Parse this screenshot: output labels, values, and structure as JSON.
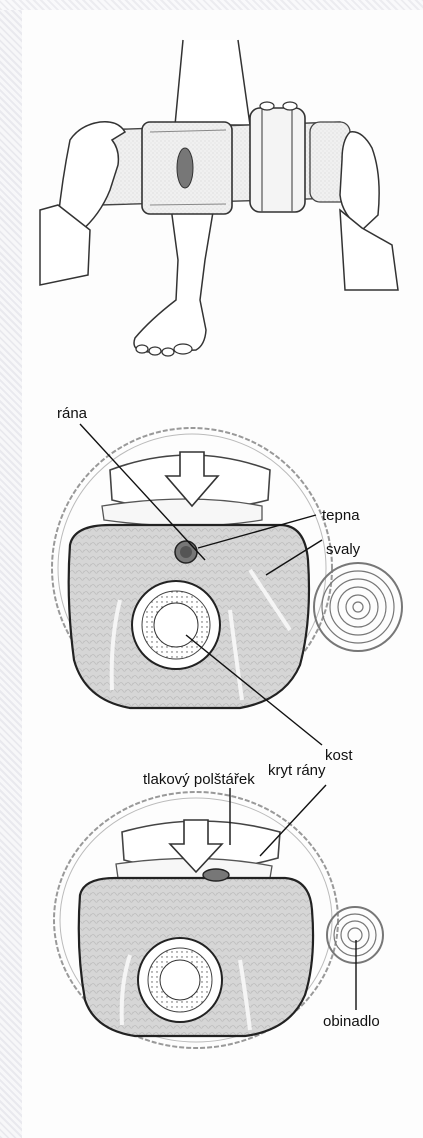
{
  "labels": {
    "wound": "rána",
    "artery": "tepna",
    "muscles": "svaly",
    "bone": "kost",
    "pressure_pad": "tlakový polštářek",
    "wound_cover": "kryt rány",
    "bandage": "obinadlo"
  }
}
